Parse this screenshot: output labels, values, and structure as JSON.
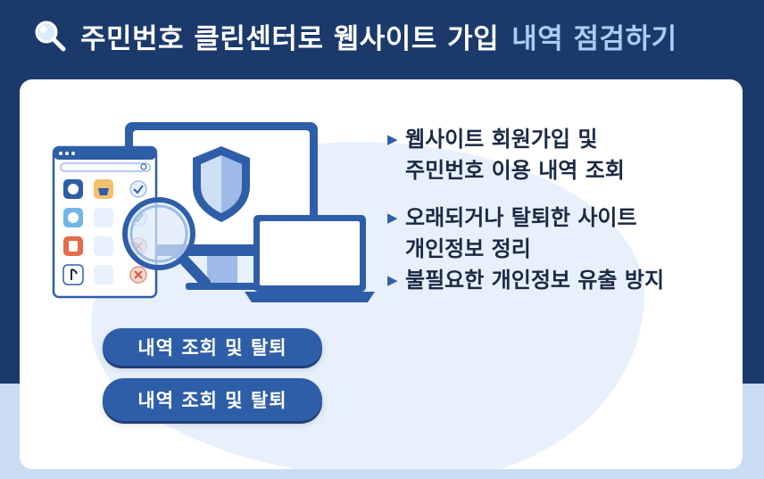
{
  "title": {
    "main": "주민번호 클린센터로 웹사이트 가입",
    "highlight": "내역 점검하기",
    "icon": "magnifier-icon"
  },
  "bullets": [
    "웹사이트 회원가입 및\n주민번호 이용 내역 조회",
    "오래되거나 탈퇴한 사이트\n개인정보 정리",
    "불필요한 개인정보 유출 방지"
  ],
  "buttons": [
    "내역 조회 및 탈퇴",
    "내역 조회 및 탈퇴"
  ],
  "colors": {
    "background": "#1b3a6b",
    "accent": "#2f5ea8",
    "highlight": "#a9cdf5",
    "card": "#ffffff"
  }
}
